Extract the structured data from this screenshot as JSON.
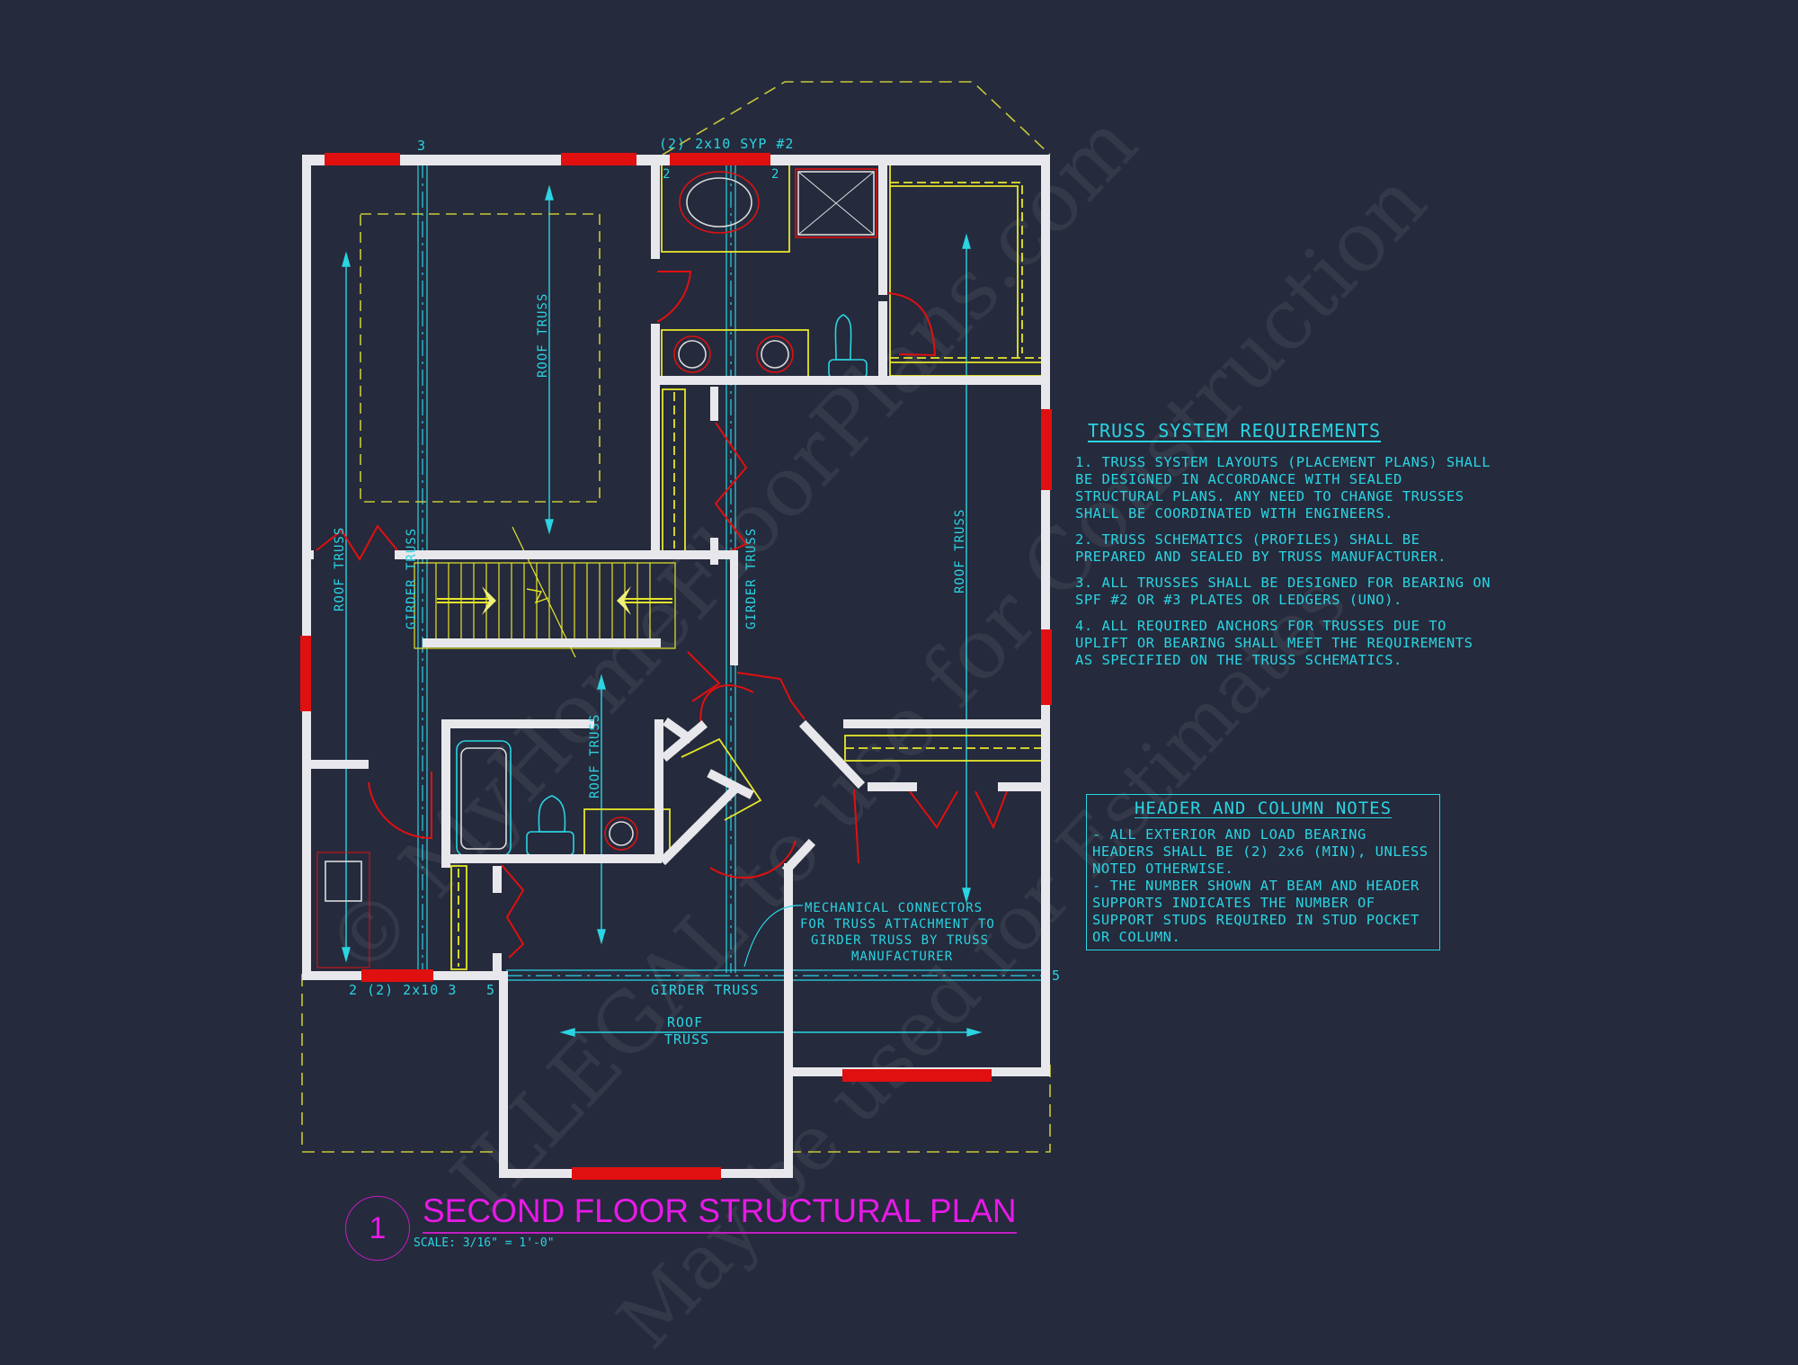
{
  "drawing": {
    "title": "SECOND FLOOR STRUCTURAL PLAN",
    "detail_number": "1",
    "scale": "SCALE: 3/16\" = 1'-0\"",
    "colors": {
      "background": "#252a3c",
      "walls": "#e8e8ec",
      "headers": "#e01010",
      "doors": "#e01010",
      "annotation": "#2ad4e2",
      "yellow_lines": "#e6e62a",
      "title": "#e61ae6"
    }
  },
  "labels": {
    "top_header": "(2) 2x10 SYP #2",
    "top_stud_3": "3",
    "bath_stud_left": "2",
    "bath_stud_right": "2",
    "roof_truss_top": "ROOF TRUSS",
    "roof_truss_left": "ROOF TRUSS",
    "girder_truss_left": "GIRDER TRUSS",
    "girder_truss_center": "GIRDER TRUSS",
    "roof_truss_right": "ROOF TRUSS",
    "roof_truss_bath": "ROOF TRUSS",
    "bottom_header": "2 (2) 2x10 3",
    "bottom_stud_5_left": "5",
    "bottom_stud_5_right": "5",
    "girder_truss_bottom": "GIRDER TRUSS",
    "roof_truss_bottom_line1": "ROOF",
    "roof_truss_bottom_line2": "TRUSS",
    "mechanical_note": [
      "MECHANICAL CONNECTORS",
      "FOR TRUSS ATTACHMENT TO",
      "GIRDER TRUSS BY TRUSS",
      "MANUFACTURER"
    ]
  },
  "truss_notes": {
    "heading": "TRUSS SYSTEM REQUIREMENTS",
    "items": [
      "1. TRUSS SYSTEM LAYOUTS (PLACEMENT PLANS) SHALL BE DESIGNED IN ACCORDANCE WITH SEALED STRUCTURAL PLANS. ANY NEED TO CHANGE TRUSSES SHALL BE COORDINATED WITH ENGINEERS.",
      "2. TRUSS SCHEMATICS (PROFILES) SHALL BE PREPARED AND SEALED BY TRUSS MANUFACTURER.",
      "3. ALL TRUSSES SHALL BE DESIGNED FOR BEARING ON SPF #2 OR #3 PLATES OR LEDGERS (UNO).",
      "4. ALL REQUIRED ANCHORS FOR TRUSSES DUE TO UPLIFT OR BEARING SHALL MEET THE REQUIREMENTS AS SPECIFIED ON THE TRUSS SCHEMATICS."
    ]
  },
  "header_notes": {
    "heading": "HEADER AND COLUMN NOTES",
    "items": [
      "- ALL EXTERIOR AND LOAD BEARING HEADERS SHALL BE (2) 2x6 (MIN), UNLESS NOTED OTHERWISE.",
      "- THE NUMBER SHOWN AT BEAM AND HEADER SUPPORTS INDICATES THE NUMBER OF SUPPORT STUDS REQUIRED IN STUD POCKET OR COLUMN."
    ]
  },
  "watermark": {
    "line1": "© MyHomeFloorPlans.com",
    "line2": "ILLEGAL to use for Construction",
    "line3": "May be used for Estimates"
  }
}
